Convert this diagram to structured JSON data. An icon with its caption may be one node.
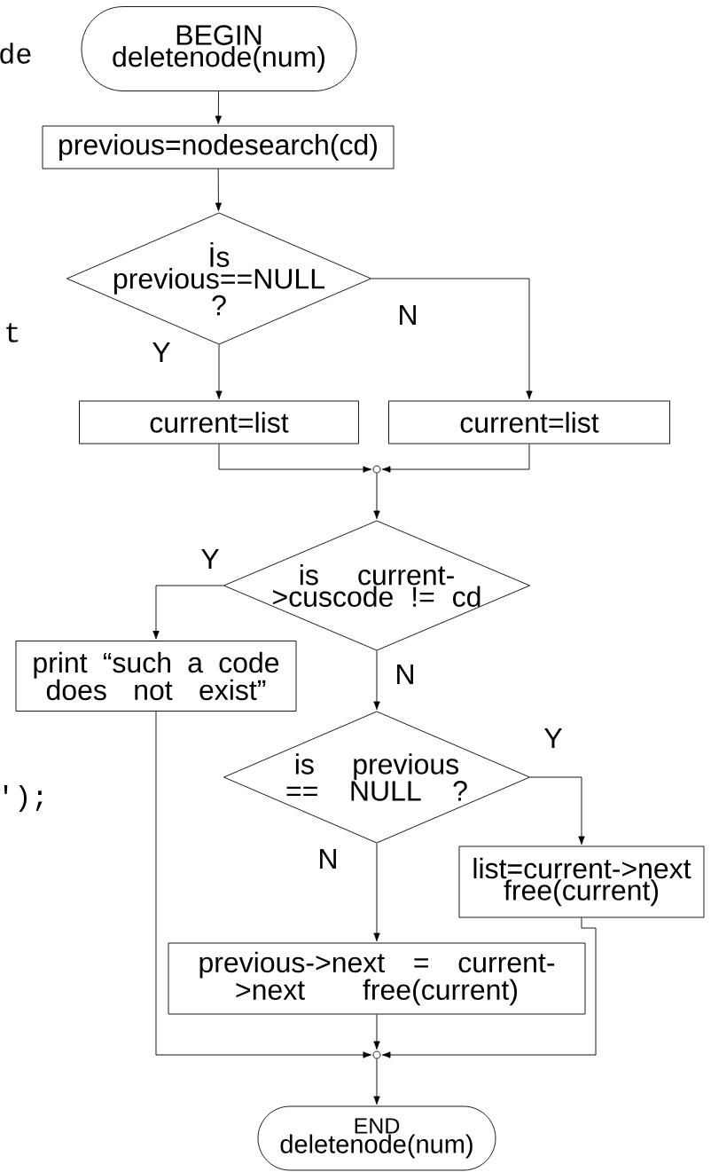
{
  "diagram": {
    "nodes": [
      {
        "text": [
          "BEGIN",
          "deletenode(num)"
        ]
      },
      {
        "text": [
          "previous=nodesearch(cd)"
        ]
      },
      {
        "text": [
          "İs previous==NULL ?"
        ]
      },
      {
        "text": [
          "current=list"
        ]
      },
      {
        "text": [
          "current=list"
        ]
      },
      {
        "text": [],
        "shape": "circle"
      },
      {
        "text": [
          "is current->cuscode != cd"
        ]
      },
      {
        "text": [
          "print “such a code does not exist”"
        ]
      },
      {
        "text": [
          "is previous == NULL ?"
        ]
      },
      {
        "text": [
          "list=current->next free(current)"
        ]
      },
      {
        "text": [
          "previous->next = current->next free(current)"
        ]
      },
      {
        "text": [],
        "shape": "circle"
      },
      {
        "text": [
          "END",
          "deletenode(num)"
        ]
      }
    ],
    "edges": [
      {
        "from": 0,
        "to": 1,
        "arrow": "to"
      },
      {
        "from": 1,
        "to": 2,
        "arrow": "to"
      },
      {
        "from": 2,
        "to": 3,
        "arrow": "to",
        "label": "Y"
      },
      {
        "from": 2,
        "to": 4,
        "arrow": "to",
        "label": "N"
      },
      {
        "from": 3,
        "to": 5,
        "arrow": "to"
      },
      {
        "from": 4,
        "to": 5,
        "arrow": "to"
      },
      {
        "from": 5,
        "to": 6,
        "arrow": "to"
      },
      {
        "from": 6,
        "to": 7,
        "arrow": "to",
        "label": "Y"
      },
      {
        "from": 6,
        "to": 8,
        "arrow": "to",
        "label": "N"
      },
      {
        "from": 8,
        "to": 9,
        "arrow": "to",
        "label": "Y"
      },
      {
        "from": 8,
        "to": 10,
        "arrow": "to",
        "label": "N"
      },
      {
        "from": 7,
        "to": 11,
        "arrow": "to"
      },
      {
        "from": 10,
        "to": 11,
        "arrow": "to"
      },
      {
        "from": 9,
        "to": 11,
        "arrow": "to"
      },
      {
        "from": 11,
        "to": 12,
        "arrow": "to"
      }
    ],
    "labels": [
      "de",
      "t",
      "');"
    ]
  }
}
